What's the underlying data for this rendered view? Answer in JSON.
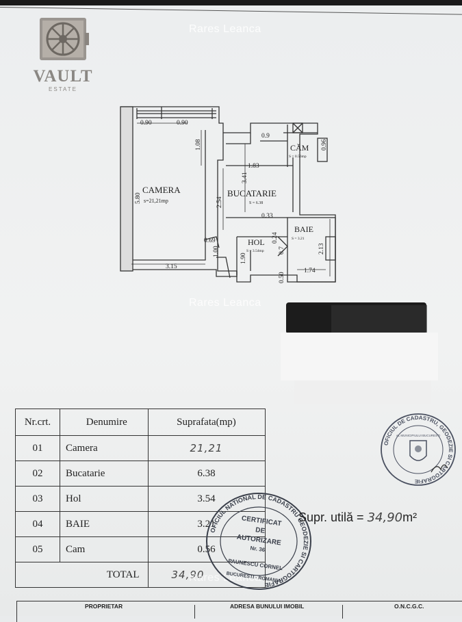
{
  "watermark": "Rares Leanca",
  "logo": {
    "name": "VAULT",
    "subtitle": "ESTATE"
  },
  "plan": {
    "rooms": [
      {
        "name": "CAMERA",
        "area": "s=21,21mp"
      },
      {
        "name": "BUCATARIE",
        "area": "S = 6.38"
      },
      {
        "name": "CĂM",
        "area": "S = 0.56mp"
      },
      {
        "name": "HOL",
        "area": "S = 3.54mp"
      },
      {
        "name": "BAIE",
        "area": "S = 3.21"
      }
    ],
    "dimensions": {
      "d090a": "0.90",
      "d090b": "0.90",
      "d108": "1.08",
      "d580": "5.80",
      "d315": "3.15",
      "d254": "2.54",
      "d341": "3.41",
      "d183": "1.83",
      "d09": "0.9",
      "d096": "0.96",
      "d033": "0.33",
      "d069": "0.69",
      "d100": "1.00",
      "d190": "1.90",
      "d024": "0.24",
      "d07": "0.7",
      "d050": "0.50",
      "d213": "2.13",
      "d174": "1.74"
    }
  },
  "table": {
    "headers": [
      "Nr.crt.",
      "Denumire",
      "Suprafata(mp)"
    ],
    "rows": [
      {
        "nr": "01",
        "name": "Camera",
        "area": "21,21"
      },
      {
        "nr": "02",
        "name": "Bucatarie",
        "area": "6.38"
      },
      {
        "nr": "03",
        "name": "Hol",
        "area": "3.54"
      },
      {
        "nr": "04",
        "name": "BAIE",
        "area": "3.21"
      },
      {
        "nr": "05",
        "name": "Cam",
        "area": "0.56"
      }
    ],
    "total_label": "TOTAL",
    "total_value": "34,90"
  },
  "summary": {
    "label": "Supr. utilă = ",
    "value": "34,90",
    "unit": "m²"
  },
  "stamps": {
    "left": {
      "ring": "OFICIUL NATIONAL DE CADASTRU GEODEZIE SI CARTOGRAFIE",
      "lines": [
        "CERTIFICAT",
        "DE",
        "AUTORIZARE",
        "Nr. 36"
      ],
      "name": "PAUNESCU CORNEL",
      "city": "BUCURESTI - ROMANIA"
    },
    "right": {
      "ring": "OFICIUL DE CADASTRU, GEODEZIE SI CARTOGRAFIE",
      "inner": "AL MUNICIPIULUI BUCURESTI"
    }
  },
  "bottom": {
    "col1": "PROPRIETAR",
    "col2": "ADRESA BUNULUI IMOBIL",
    "col3": "O.N.C.G.C."
  }
}
